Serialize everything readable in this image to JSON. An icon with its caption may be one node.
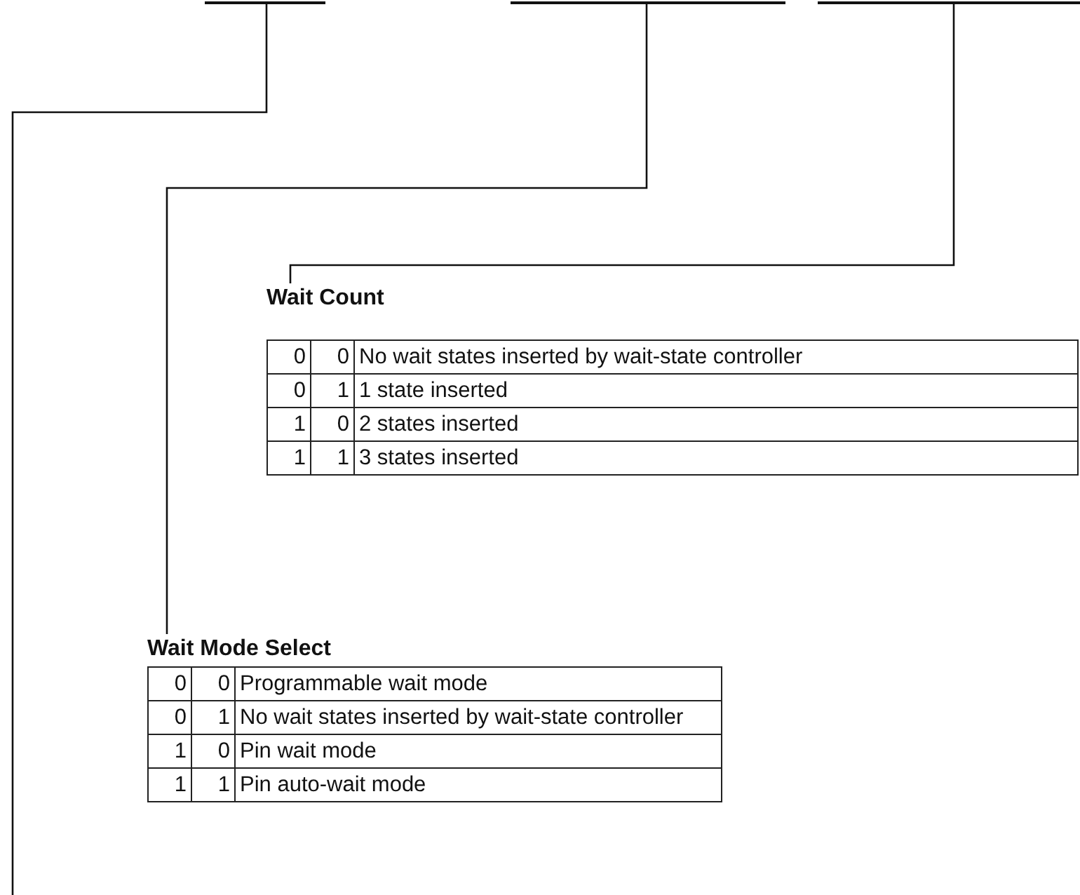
{
  "diagram": {
    "nodes": [
      {
        "text": [],
        "shape": "bar"
      },
      {
        "text": [],
        "shape": "bar"
      },
      {
        "text": [],
        "shape": "bar"
      },
      {
        "text": [
          "Wait Count"
        ]
      },
      {
        "text": [
          "Wait Mode Select"
        ]
      }
    ],
    "edges": [
      {
        "from": 0,
        "to": null,
        "arrow": "none"
      },
      {
        "from": 1,
        "to": 4,
        "arrow": "none"
      },
      {
        "from": 2,
        "to": 3,
        "arrow": "none"
      }
    ],
    "labels": [
      "0",
      "0",
      "No wait states inserted by wait-state controller",
      "0",
      "1",
      "1 state inserted",
      "1",
      "0",
      "2 states inserted",
      "1",
      "1",
      "3 states inserted",
      "0",
      "0",
      "Programmable wait mode",
      "0",
      "1",
      "No wait states inserted by wait-state controller",
      "1",
      "0",
      "Pin wait mode",
      "1",
      "1",
      "Pin auto-wait mode"
    ]
  }
}
